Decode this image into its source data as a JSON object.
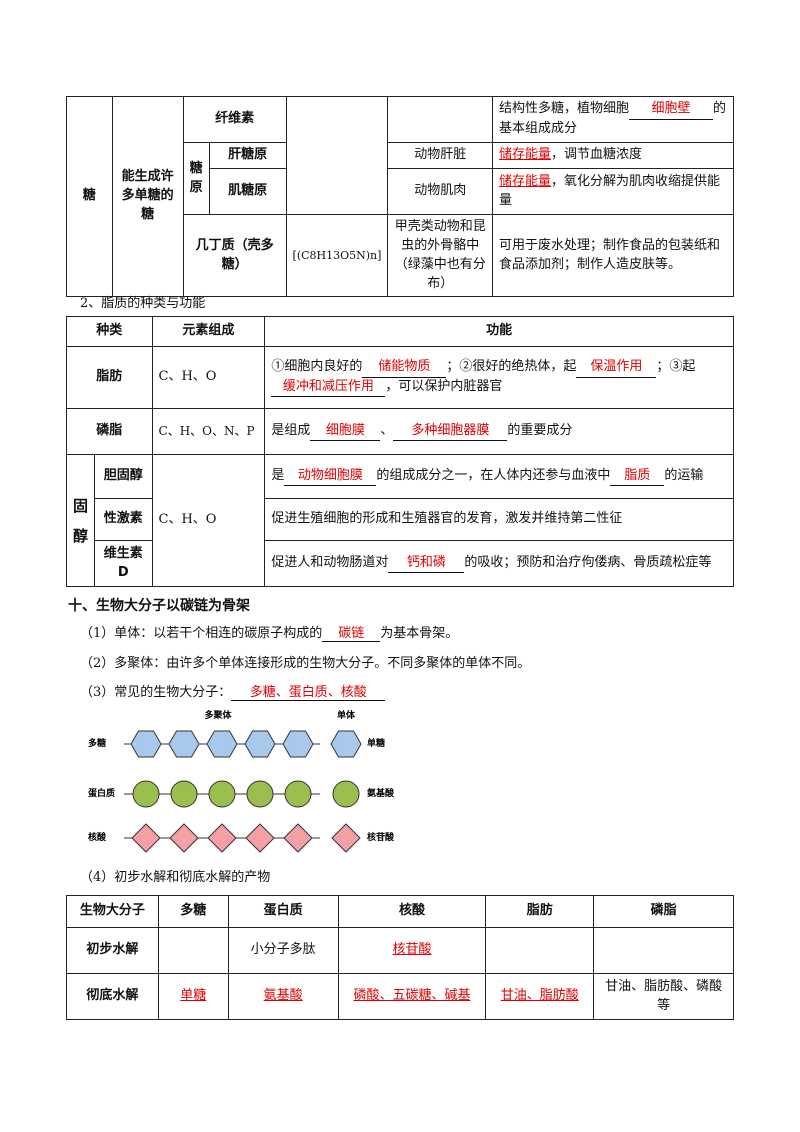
{
  "carb_table": {
    "c_sugar": "糖",
    "c_energy": "能生成许多单糖的糖",
    "cellulose": {
      "name": "纤维素",
      "func_pre": "结构性多糖，植物细胞",
      "ans": "细胞壁",
      "func_post": "的基本组成成分"
    },
    "glycogen_label": "糖原",
    "liver_glycogen": {
      "name": "肝糖原",
      "where": "动物肝脏",
      "ans": "储存能量",
      "func_post": "，调节血糖浓度"
    },
    "muscle_glycogen": {
      "name": "肌糖原",
      "where": "动物肌肉",
      "ans": "储存能量",
      "func_post": "，氧化分解为肌肉收缩提供能量"
    },
    "chitin": {
      "name": "几丁质（壳多糖）",
      "formula": "[(C8H13O5N)n]",
      "where": "甲壳类动物和昆虫的外骨骼中（绿藻中也有分布）",
      "func": "可用于废水处理；制作食品的包装纸和食品添加剂；制作人造皮肤等。"
    }
  },
  "lipid_heading": "2、脂质的种类与功能",
  "lipid_table": {
    "headers": [
      "种类",
      "元素组成",
      "功能"
    ],
    "fat": {
      "name": "脂肪",
      "elements": "C、H、O",
      "t1": "①细胞内良好的",
      "a1": "储能物质",
      "t2": "；②很好的绝热体，起",
      "a2": "保温作用",
      "t3": "；③起",
      "a3": "缓冲和减压作用",
      "t4": "，可以保护内脏器官"
    },
    "phospholipid": {
      "name": "磷脂",
      "elements": "C、H、O、N、P",
      "t1": "是组成",
      "a1": "细胞膜",
      "t2": "、",
      "a2": "多种细胞器膜",
      "t3": "的重要成分"
    },
    "sterol_label": "固醇",
    "sterol_elements": "C、H、O",
    "cholesterol": {
      "name": "胆固醇",
      "t1": "是",
      "a1": "动物细胞膜",
      "t2": "的组成成分之一，在人体内还参与血液中",
      "a2": "脂质",
      "t3": "的运输"
    },
    "sex_hormone": {
      "name": "性激素",
      "func": "促进生殖细胞的形成和生殖器官的发育，激发并维持第二性征"
    },
    "vitamin_d": {
      "name": "维生素D",
      "t1": "促进人和动物肠道对",
      "a1": "钙和磷",
      "t2": "的吸收；预防和治疗佝偻病、骨质疏松症等"
    }
  },
  "section10": {
    "title": "十、生物大分子以碳链为骨架",
    "p1_pre": "（1）单体：以若干个相连的碳原子构成的",
    "p1_ans": "碳链",
    "p1_post": "为基本骨架。",
    "p2": "（2）多聚体：由许多个单体连接形成的生物大分子。不同多聚体的单体不同。",
    "p3_pre": "（3）常见的生物大分子：",
    "p3_ans": "多糖、蛋白质、核酸",
    "p4": "（4）初步水解和彻底水解的产物"
  },
  "diagram": {
    "col_polymer": "多聚体",
    "col_monomer": "单体",
    "rows": [
      {
        "label": "多糖",
        "monomer": "单糖",
        "color": "#a8c8ec"
      },
      {
        "label": "蛋白质",
        "monomer": "氨基酸",
        "color": "#9bbf4e"
      },
      {
        "label": "核酸",
        "monomer": "核苷酸",
        "color": "#f4a0a4"
      }
    ]
  },
  "hydrolysis_table": {
    "headers": [
      "生物大分子",
      "多糖",
      "蛋白质",
      "核酸",
      "脂肪",
      "磷脂"
    ],
    "row1_label": "初步水解",
    "row1": [
      "",
      "小分子多肽",
      "核苷酸",
      "",
      ""
    ],
    "row2_label": "彻底水解",
    "row2": [
      "单糖",
      "氨基酸",
      "磷酸、五碳糖、碱基",
      "甘油、脂肪酸",
      "甘油、脂肪酸、磷酸等"
    ]
  }
}
